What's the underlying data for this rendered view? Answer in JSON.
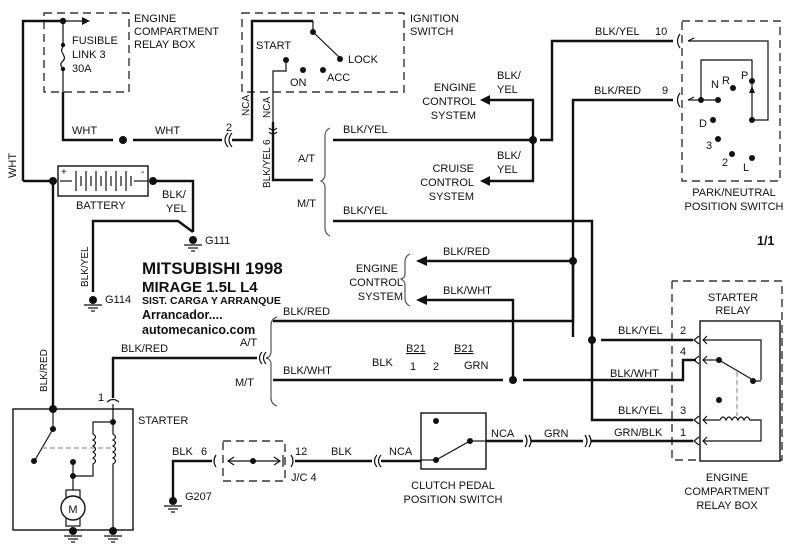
{
  "title": {
    "line1": "MITSUBISHI 1998",
    "line2": "MIRAGE  1.5L  L4",
    "line3": "SIST. CARGA Y ARRANQUE",
    "line4": "Arrancador....",
    "line5": "automecanico.com"
  },
  "page_indicator": "1/1",
  "components": {
    "relay_box_top": {
      "label1": "ENGINE",
      "label2": "COMPARTMENT",
      "label3": "RELAY BOX"
    },
    "fusible_link": {
      "label1": "FUSIBLE",
      "label2": "LINK 3",
      "label3": "30A"
    },
    "ignition_switch": {
      "label1": "IGNITION",
      "label2": "SWITCH",
      "positions": [
        "START",
        "LOCK",
        "ON",
        "ACC"
      ]
    },
    "battery": {
      "label": "BATTERY",
      "plus": "+",
      "minus": "-"
    },
    "engine_control_1": {
      "label1": "ENGINE",
      "label2": "CONTROL",
      "label3": "SYSTEM"
    },
    "cruise_control": {
      "label1": "CRUISE",
      "label2": "CONTROL",
      "label3": "SYSTEM"
    },
    "engine_control_2": {
      "label1": "ENGINE",
      "label2": "CONTROL",
      "label3": "SYSTEM"
    },
    "park_neutral": {
      "label1": "PARK/NEUTRAL",
      "label2": "POSITION SWITCH",
      "positions": [
        "P",
        "R",
        "N",
        "D",
        "3",
        "2",
        "L"
      ]
    },
    "starter": {
      "label": "STARTER",
      "motor": "M"
    },
    "starter_relay": {
      "label1": "STARTER",
      "label2": "RELAY"
    },
    "relay_box_bottom": {
      "label1": "ENGINE",
      "label2": "COMPARTMENT",
      "label3": "RELAY BOX"
    },
    "clutch_switch": {
      "label1": "CLUTCH PEDAL",
      "label2": "POSITION SWITCH"
    },
    "jc4": {
      "label": "J/C 4"
    }
  },
  "grounds": {
    "g111": "G111",
    "g114": "G114",
    "g207": "G207"
  },
  "wires": {
    "wht": "WHT",
    "nca": "NCA",
    "blk_yel": "BLK/YEL",
    "blk_yel_6": "BLK/YEL 6",
    "blk_slash": "BLK/",
    "yel": "YEL",
    "blk_red": "BLK/RED",
    "blk_wht": "BLK/WHT",
    "blk": "BLK",
    "grn": "GRN",
    "grn_blk": "GRN/BLK",
    "at": "A/T",
    "mt": "M/T",
    "b21": "B21"
  },
  "pins": {
    "p1": "1",
    "p2": "2",
    "p3": "3",
    "p4": "4",
    "p6": "6",
    "p9": "9",
    "p10": "10",
    "p12": "12"
  }
}
